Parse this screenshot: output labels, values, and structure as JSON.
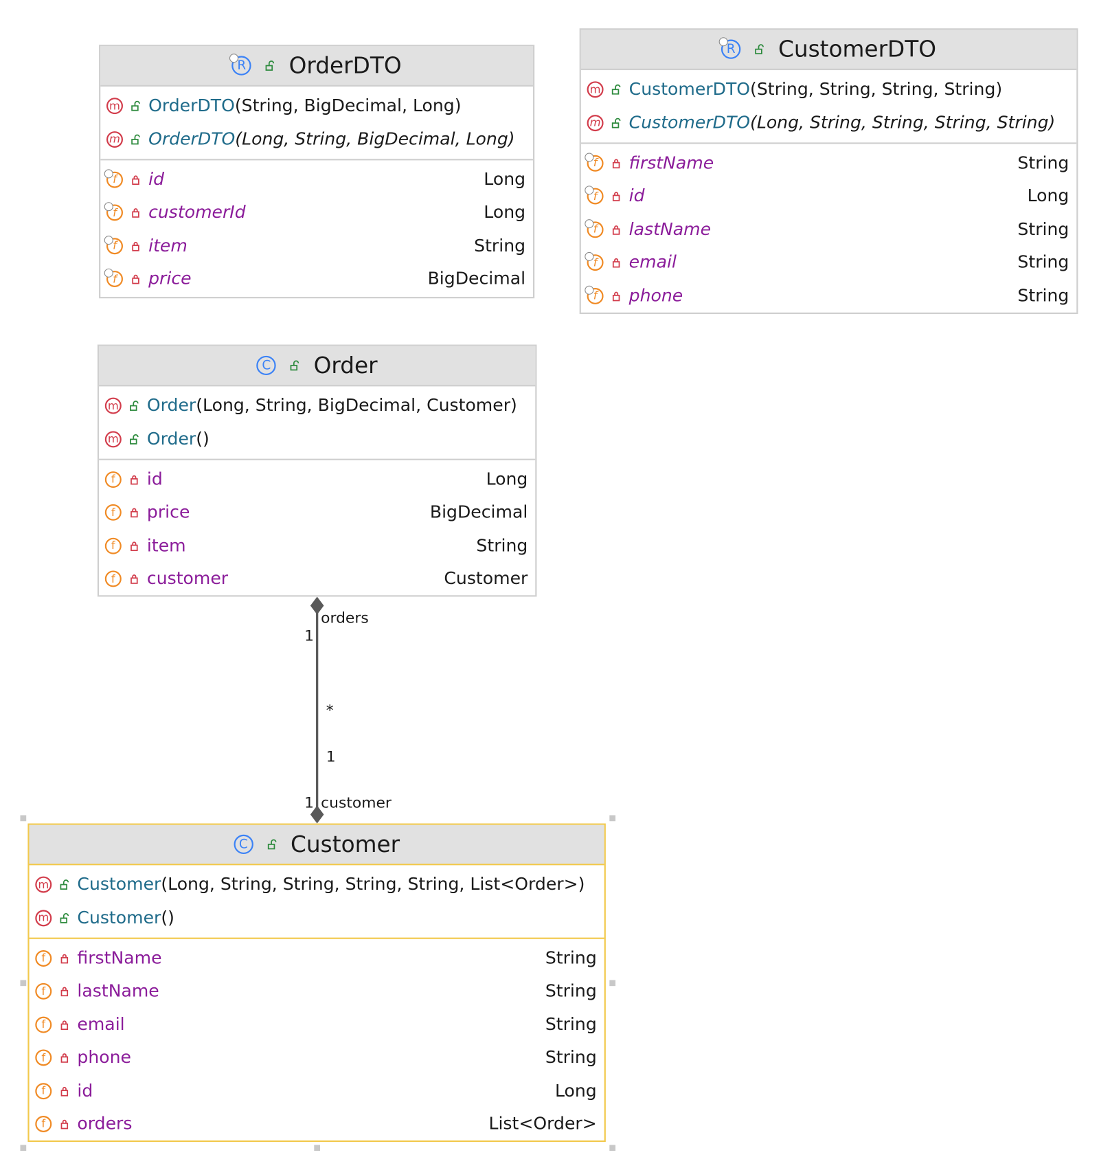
{
  "classes": {
    "orderdto": {
      "name": "OrderDTO",
      "kind_icon": "R",
      "constructors": [
        {
          "name": "OrderDTO",
          "params": "(String, BigDecimal, Long)"
        },
        {
          "name": "OrderDTO",
          "params": "(Long, String, BigDecimal, Long)"
        }
      ],
      "fields": [
        {
          "name": "id",
          "type": "Long"
        },
        {
          "name": "customerId",
          "type": "Long"
        },
        {
          "name": "item",
          "type": "String"
        },
        {
          "name": "price",
          "type": "BigDecimal"
        }
      ]
    },
    "customerdto": {
      "name": "CustomerDTO",
      "kind_icon": "R",
      "constructors": [
        {
          "name": "CustomerDTO",
          "params": "(String, String, String, String)"
        },
        {
          "name": "CustomerDTO",
          "params": "(Long, String, String, String, String)"
        }
      ],
      "fields": [
        {
          "name": "firstName",
          "type": "String"
        },
        {
          "name": "id",
          "type": "Long"
        },
        {
          "name": "lastName",
          "type": "String"
        },
        {
          "name": "email",
          "type": "String"
        },
        {
          "name": "phone",
          "type": "String"
        }
      ]
    },
    "order": {
      "name": "Order",
      "kind_icon": "C",
      "constructors": [
        {
          "name": "Order",
          "params": "(Long, String, BigDecimal, Customer)"
        },
        {
          "name": "Order",
          "params": "()"
        }
      ],
      "fields": [
        {
          "name": "id",
          "type": "Long"
        },
        {
          "name": "price",
          "type": "BigDecimal"
        },
        {
          "name": "item",
          "type": "String"
        },
        {
          "name": "customer",
          "type": "Customer"
        }
      ]
    },
    "customer": {
      "name": "Customer",
      "kind_icon": "C",
      "constructors": [
        {
          "name": "Customer",
          "params": "(Long, String, String, String, String, List<Order>)"
        },
        {
          "name": "Customer",
          "params": "()"
        }
      ],
      "fields": [
        {
          "name": "firstName",
          "type": "String"
        },
        {
          "name": "lastName",
          "type": "String"
        },
        {
          "name": "email",
          "type": "String"
        },
        {
          "name": "phone",
          "type": "String"
        },
        {
          "name": "id",
          "type": "Long"
        },
        {
          "name": "orders",
          "type": "List<Order>"
        }
      ]
    }
  },
  "association": {
    "top_role": "orders",
    "top_multiplicity": "1",
    "mid_multiplicity_a": "*",
    "mid_multiplicity_b": "1",
    "bottom_multiplicity": "1",
    "bottom_role": "customer"
  },
  "icons": {
    "method_icon": "m",
    "field_icon": "f",
    "public_icon": "unlock-icon",
    "private_icon": "lock-icon"
  },
  "colors": {
    "header_bg": "#e1e1e1",
    "selected_border": "#f2c94c",
    "method_name": "#1f6b8a",
    "field_name": "#8b1c9a",
    "method_icon": "#d23c4b",
    "field_icon": "#f08a24",
    "class_icon": "#3b82f6"
  }
}
